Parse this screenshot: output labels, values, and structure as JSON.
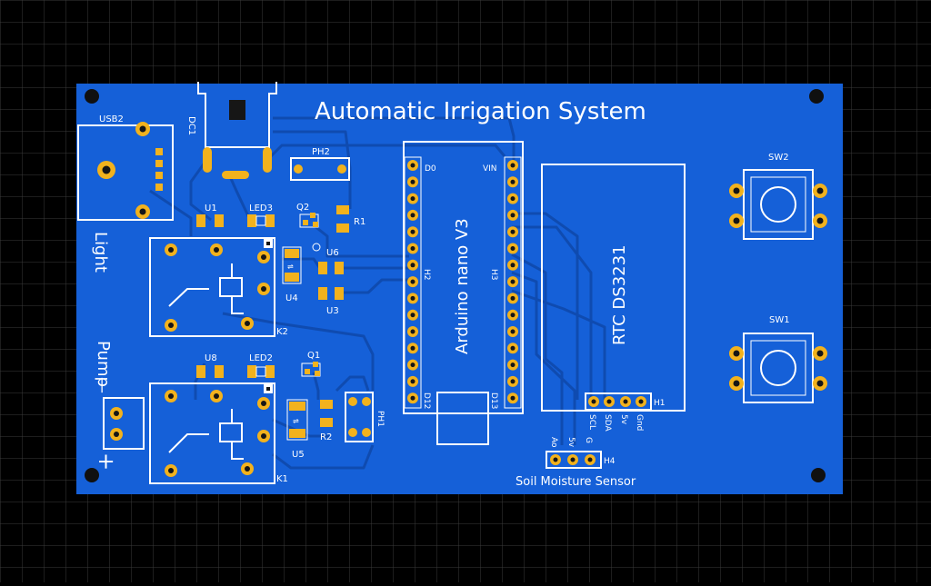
{
  "board": {
    "title": "Automatic Irrigation System",
    "colors": {
      "background": "#000000",
      "grid": "#3a3a3a",
      "board": "#1560d8",
      "trace": "#0f4bb0",
      "silk": "#ffffff",
      "pad": "#f2b21d",
      "hole": "#161616"
    }
  },
  "components": {
    "usb2": "USB2",
    "dc1": "DC1",
    "ph2": "PH2",
    "ph1": "PH1",
    "u1": "U1",
    "u8": "U8",
    "led3": "LED3",
    "led2": "LED2",
    "q2": "Q2",
    "q1": "Q1",
    "r1": "R1",
    "r2": "R2",
    "u6": "U6",
    "u4": "U4",
    "u3": "U3",
    "u5": "U5",
    "k2": "K2",
    "k1": "K1",
    "h2": "H2",
    "h3": "H3",
    "h1": "H1",
    "h4": "H4",
    "sw2": "SW2",
    "sw1": "SW1"
  },
  "labels": {
    "light": "Light",
    "pump": "Pump",
    "minus": "—",
    "plus": "+",
    "arduino": "Arduino nano V3",
    "rtc": "RTC DS3231",
    "soil": "Soil Moisture Sensor",
    "d0": "D0",
    "vin": "VIN",
    "d12": "D12",
    "d13": "D13",
    "h1_pins": [
      "SCL",
      "SDA",
      "5v",
      "Gnd"
    ],
    "h4_pins": [
      "Ao",
      "5v",
      "G"
    ]
  }
}
